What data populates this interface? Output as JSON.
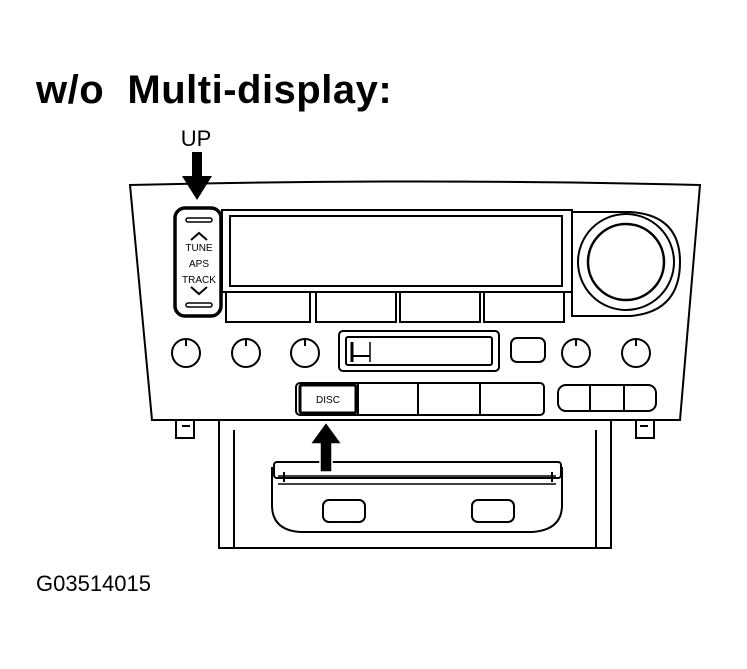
{
  "title": "w/o  Multi-display:",
  "figure_id": "G03514015",
  "callouts": {
    "up": "UP"
  },
  "panel_labels": {
    "tune": "TUNE",
    "aps": "APS",
    "track": "TRACK",
    "disc": "DISC"
  },
  "icons": {
    "up_arrow": "arrow-down-icon",
    "disc_arrow": "arrow-up-icon",
    "tune_chevron": "chevron-up-icon",
    "track_chevron": "chevron-down-icon"
  }
}
